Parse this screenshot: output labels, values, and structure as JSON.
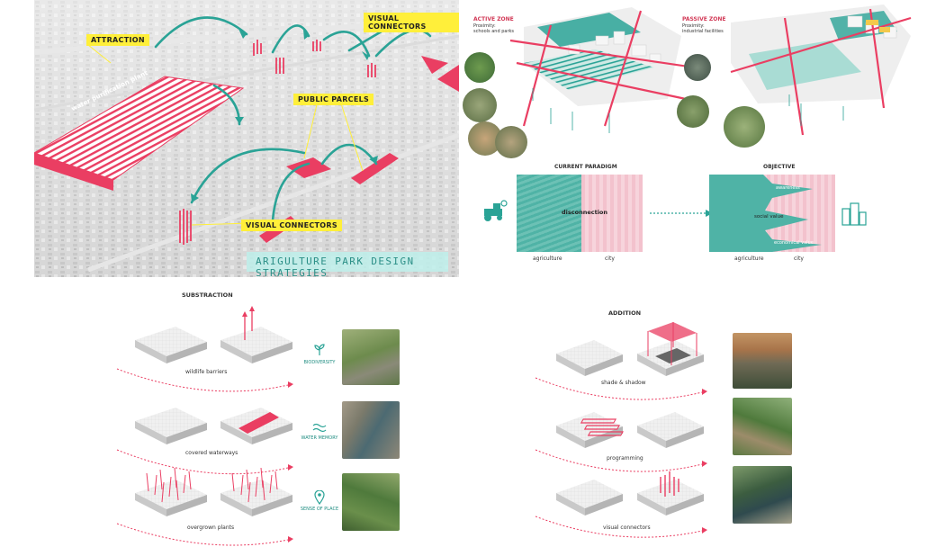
{
  "colors": {
    "teal": "#2aa396",
    "pink": "#ea3e62",
    "yellow": "#ffef3a"
  },
  "strategy_map": {
    "tags": {
      "attraction": "ATTRACTION",
      "visual_connectors_top": "VISUAL CONNECTORS",
      "public_parcels": "PUBLIC PARCELS",
      "visual_connectors_bottom": "VISUAL CONNECTORS"
    },
    "water_label": "water purification plant",
    "banner": "ARIGULTURE PARK DESIGN STRATEGIES"
  },
  "zones": {
    "active": {
      "title": "ACTIVE ZONE",
      "subtitle_line1": "Proximity:",
      "subtitle_line2": "schools and parks"
    },
    "passive": {
      "title": "PASSIVE ZONE",
      "subtitle_line1": "Proximity:",
      "subtitle_line2": "industrial facilities"
    }
  },
  "paradigm": {
    "current_title": "CURRENT PARADIGM",
    "objective_title": "OBJECTIVE",
    "disconnection": "disconnection",
    "awareness": "awareness",
    "social_value": "social value",
    "economic_value": "economical value",
    "agriculture_left": "agriculture",
    "city_left": "city",
    "agriculture_right": "agriculture",
    "city_right": "city"
  },
  "subtraction": {
    "title": "SUBSTRACTION",
    "rows": [
      {
        "caption": "wildlife barriers",
        "benefit": "BIODIVERSITY",
        "benefit_icon": "sprout-icon"
      },
      {
        "caption": "covered waterways",
        "benefit": "WATER MEMORY",
        "benefit_icon": "waves-icon"
      },
      {
        "caption": "overgrown plants",
        "benefit": "SENSE OF PLACE",
        "benefit_icon": "location-pin-icon"
      }
    ]
  },
  "addition": {
    "title": "ADDITION",
    "rows": [
      {
        "caption": "shade & shadow"
      },
      {
        "caption": "programming"
      },
      {
        "caption": "visual connectors"
      }
    ]
  }
}
